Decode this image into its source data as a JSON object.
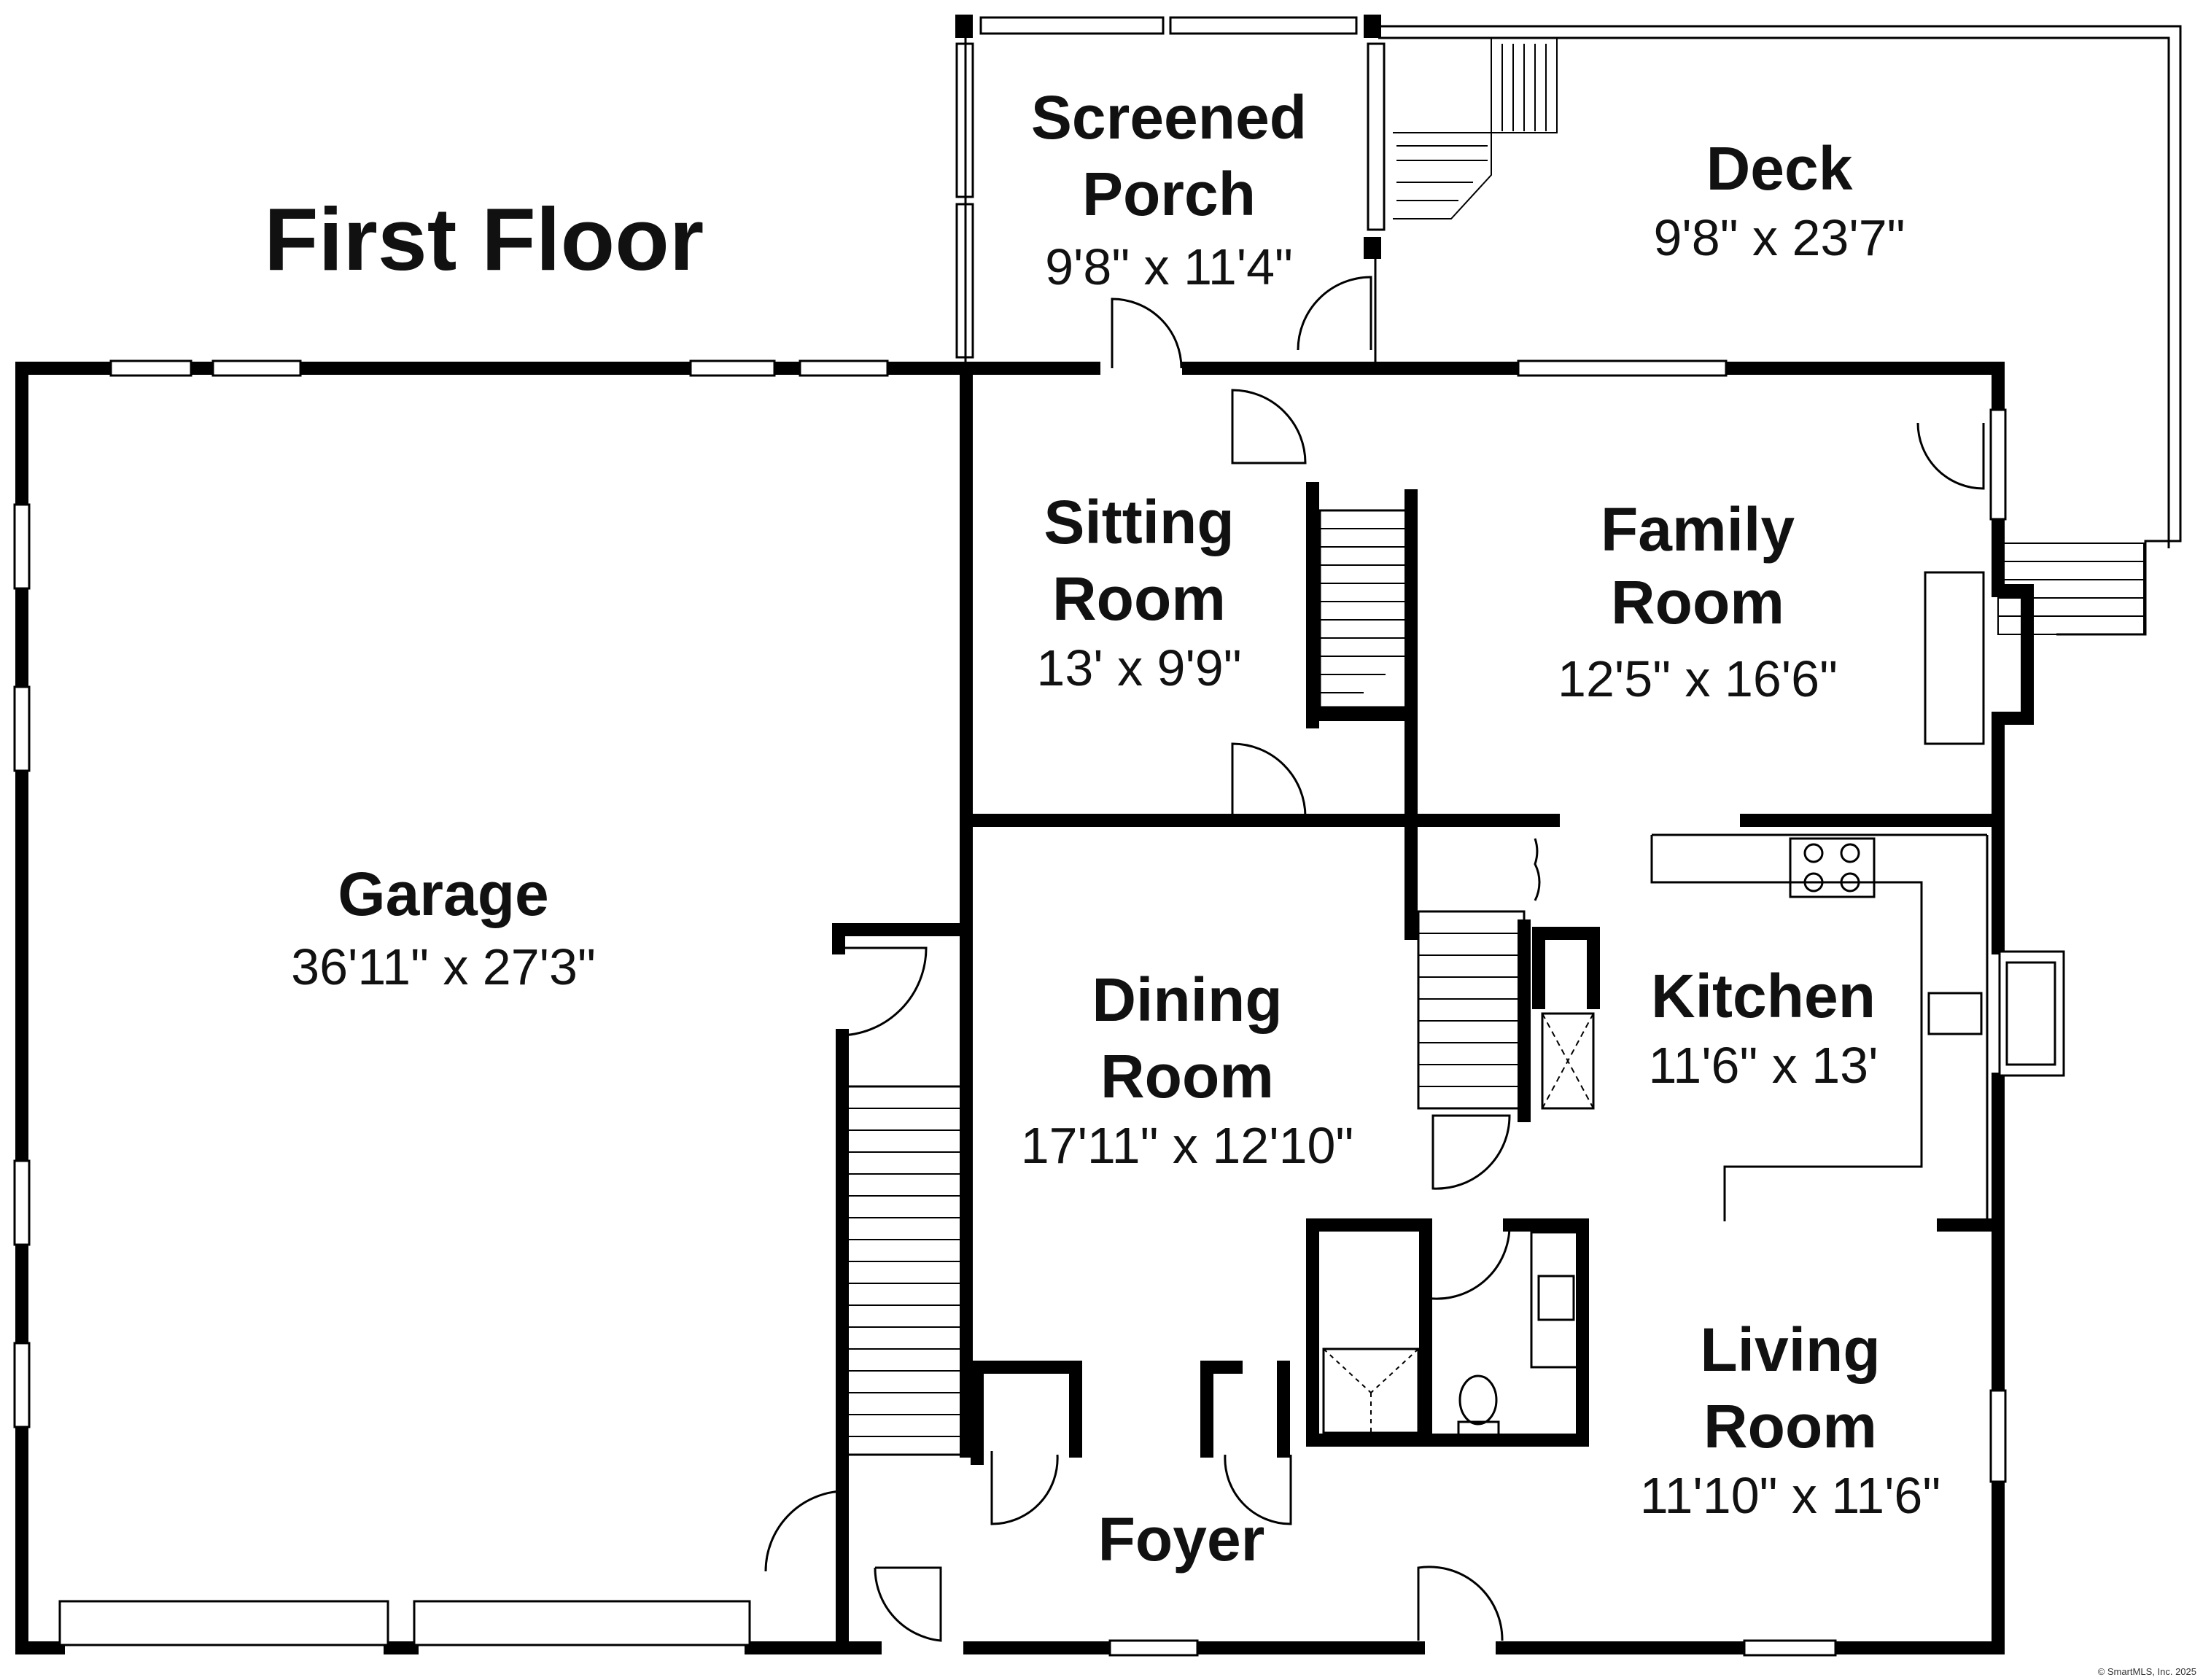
{
  "title": "First Floor",
  "rooms": [
    {
      "name_line1": "Screened",
      "name_line2": "Porch",
      "size": "9'8\" x 11'4\""
    },
    {
      "name_line1": "Deck",
      "name_line2": "",
      "size": "9'8\" x 23'7\""
    },
    {
      "name_line1": "Sitting",
      "name_line2": "Room",
      "size": "13' x 9'9\""
    },
    {
      "name_line1": "Family",
      "name_line2": "Room",
      "size": "12'5\" x 16'6\""
    },
    {
      "name_line1": "Garage",
      "name_line2": "",
      "size": "36'11\" x 27'3\""
    },
    {
      "name_line1": "Dining",
      "name_line2": "Room",
      "size": "17'11\" x 12'10\""
    },
    {
      "name_line1": "Kitchen",
      "name_line2": "",
      "size": "11'6\" x 13'"
    },
    {
      "name_line1": "Living",
      "name_line2": "Room",
      "size": "11'10\" x 11'6\""
    },
    {
      "name_line1": "Foyer",
      "name_line2": "",
      "size": ""
    }
  ],
  "copyright": "© SmartMLS, Inc. 2025"
}
